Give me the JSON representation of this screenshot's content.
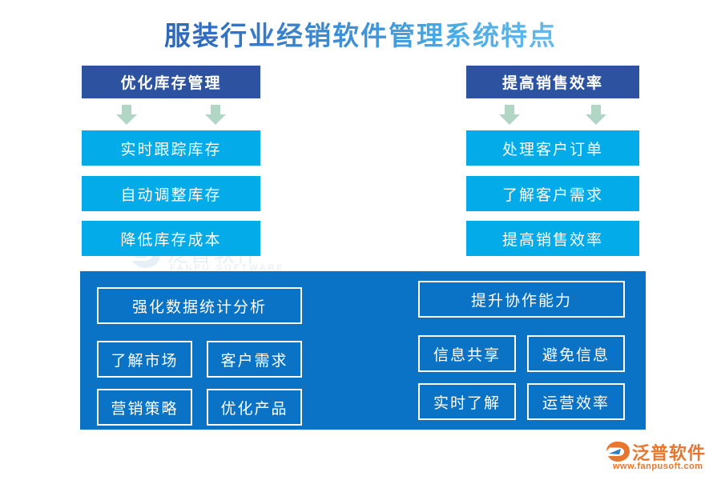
{
  "page": {
    "title": "服装行业经销软件管理系统特点",
    "background_color": "#ffffff"
  },
  "colors": {
    "header_blue": "#2d53a0",
    "cyan_box": "#03ace8",
    "panel_blue": "#0a73c5",
    "arrow_green": "#b2d6c6",
    "brand_orange": "#e8762c",
    "title_gradient_start": "#2a52a0",
    "title_gradient_end": "#8fd2f2"
  },
  "watermark": {
    "text": "泛普软件",
    "sub": "FANPU SOFTWARE"
  },
  "columns": [
    {
      "header": "优化库存管理",
      "arrow_icon": "down-arrow-icon",
      "items": [
        "实时跟踪库存",
        "自动调整库存",
        "降低库存成本"
      ]
    },
    {
      "header": "提高销售效率",
      "arrow_icon": "down-arrow-icon",
      "items": [
        "处理客户订单",
        "了解客户需求",
        "提高销售效率"
      ]
    }
  ],
  "bottom_panel": {
    "groups": [
      {
        "wide": "强化数据统计分析",
        "cells": [
          [
            "了解市场",
            "客户需求"
          ],
          [
            "营销策略",
            "优化产品"
          ]
        ]
      },
      {
        "wide": "提升协作能力",
        "cells": [
          [
            "信息共享",
            "避免信息"
          ],
          [
            "实时了解",
            "运营效率"
          ]
        ]
      }
    ]
  },
  "brand": {
    "logo_icon": "fanpu-logo-icon",
    "name": "泛普软件",
    "url": "www.fanpusoft.com"
  }
}
